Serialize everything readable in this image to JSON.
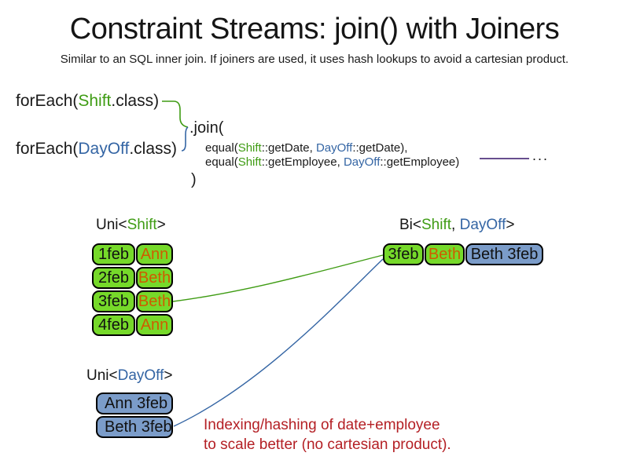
{
  "slide": {
    "title": "Constraint Streams: join() with Joiners",
    "subtitle": "Similar to an SQL inner join. If joiners are used, it uses hash lookups to avoid a cartesian product."
  },
  "code": {
    "foreach_shift": {
      "pre": "forEach(",
      "class_name": "Shift",
      "post": ".class)"
    },
    "foreach_dayoff": {
      "pre": "forEach(",
      "class_name": "DayOff",
      "post": ".class)"
    },
    "join_open": ".join(",
    "joiner_date": {
      "pre": "equal(",
      "left_class": "Shift",
      "mid": "::getDate, ",
      "right_class": "DayOff",
      "post": "::getDate),"
    },
    "joiner_employee": {
      "pre": "equal(",
      "left_class": "Shift",
      "mid": "::getEmployee, ",
      "right_class": "DayOff",
      "post": "::getEmployee)"
    },
    "join_close": ")",
    "ellipsis": "..."
  },
  "uni_shift": {
    "label": {
      "pre": "Uni<",
      "type": "Shift",
      "post": ">"
    },
    "rows": [
      {
        "date": "1feb",
        "employee": "Ann"
      },
      {
        "date": "2feb",
        "employee": "Beth"
      },
      {
        "date": "3feb",
        "employee": "Beth"
      },
      {
        "date": "4feb",
        "employee": "Ann"
      }
    ]
  },
  "bi": {
    "label": {
      "pre": "Bi<",
      "type1": "Shift",
      "sep": ", ",
      "type2": "DayOff",
      "post": ">"
    },
    "row": {
      "date": "3feb",
      "employee": "Beth",
      "dayoff_pair": "Beth 3feb"
    }
  },
  "uni_dayoff": {
    "label": {
      "pre": "Uni<",
      "type": "DayOff",
      "post": ">"
    },
    "rows": [
      {
        "label": "Ann 3feb"
      },
      {
        "label": "Beth 3feb"
      }
    ]
  },
  "note": {
    "line1": "Indexing/hashing of date+employee",
    "line2": "to scale better (no cartesian product)."
  },
  "colors": {
    "shift_green_text": "#3F9C14",
    "shift_green_fill": "#76D92A",
    "dayoff_blue_text": "#3465A4",
    "dayoff_blue_fill": "#7B9CC9",
    "employee_orange_text": "#CE5C00",
    "note_red_text": "#B42025",
    "connector_purple": "#674E8E"
  }
}
